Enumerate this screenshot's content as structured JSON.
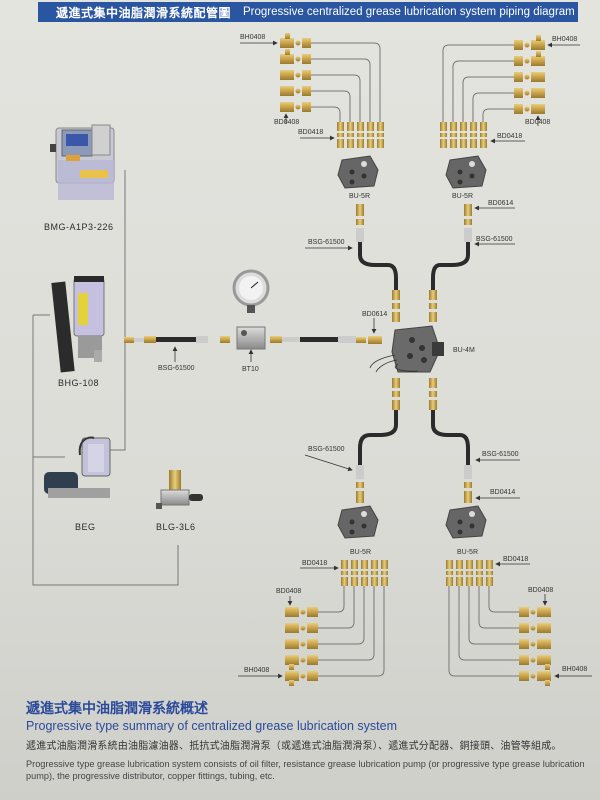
{
  "header": {
    "title_zh": "遞進式集中油脂潤滑系統配管圖",
    "title_en": "Progressive centralized grease lubrication system piping diagram"
  },
  "colors": {
    "header_bg": "#2a55a0",
    "title_blue": "#2a4a9a",
    "brass": "#c9a24a",
    "hose": "#2b2b2b",
    "line": "#666666"
  },
  "pumps": [
    {
      "model": "BMG-A1P3-226"
    },
    {
      "model": "BHG-108"
    },
    {
      "model": "BEG"
    },
    {
      "model": "BLG-3L6"
    }
  ],
  "main_line": {
    "hose_label": "BSG-61500",
    "tee_label": "BT10",
    "inlet_connector": "BD0614"
  },
  "main_distributor": {
    "model": "BU-4M"
  },
  "branches": {
    "top_left": {
      "distributor": "BU-5R",
      "hose": "BSG-61500",
      "outlet_connector": "BD0418",
      "end_connector": "BD0408",
      "elbow_connector": "BH0408"
    },
    "top_right": {
      "distributor": "BU-5R",
      "hose": "BSG-61500",
      "inlet_connector": "BD0614",
      "outlet_connector": "BD0418",
      "end_connector": "BD0408",
      "elbow_connector": "BH0408"
    },
    "bottom_left": {
      "distributor": "BU-5R",
      "hose": "BSG-61500",
      "outlet_connector": "BD0418",
      "end_connector": "BD0408",
      "elbow_connector": "BH0408"
    },
    "bottom_right": {
      "distributor": "BU-5R",
      "hose": "BSG-61500",
      "inlet_connector": "BD0414",
      "outlet_connector": "BD0418",
      "end_connector": "BD0408",
      "elbow_connector": "BH0408"
    }
  },
  "summary": {
    "title_zh": "遞進式集中油脂潤滑系統概述",
    "title_en": "Progressive type summary of centralized grease lubrication system",
    "body_zh": "遞進式油脂潤滑系統由油脂濾油器、抵抗式油脂潤滑泵（或遞進式油脂潤滑泵）、遞進式分配器、銅接頭、油管等組成。",
    "body_en": "Progressive type grease lubrication system consists of oil filter, resistance grease lubrication pump (or progressive type grease lubrication pump), the progressive distributor, copper fittings, tubing, etc."
  }
}
